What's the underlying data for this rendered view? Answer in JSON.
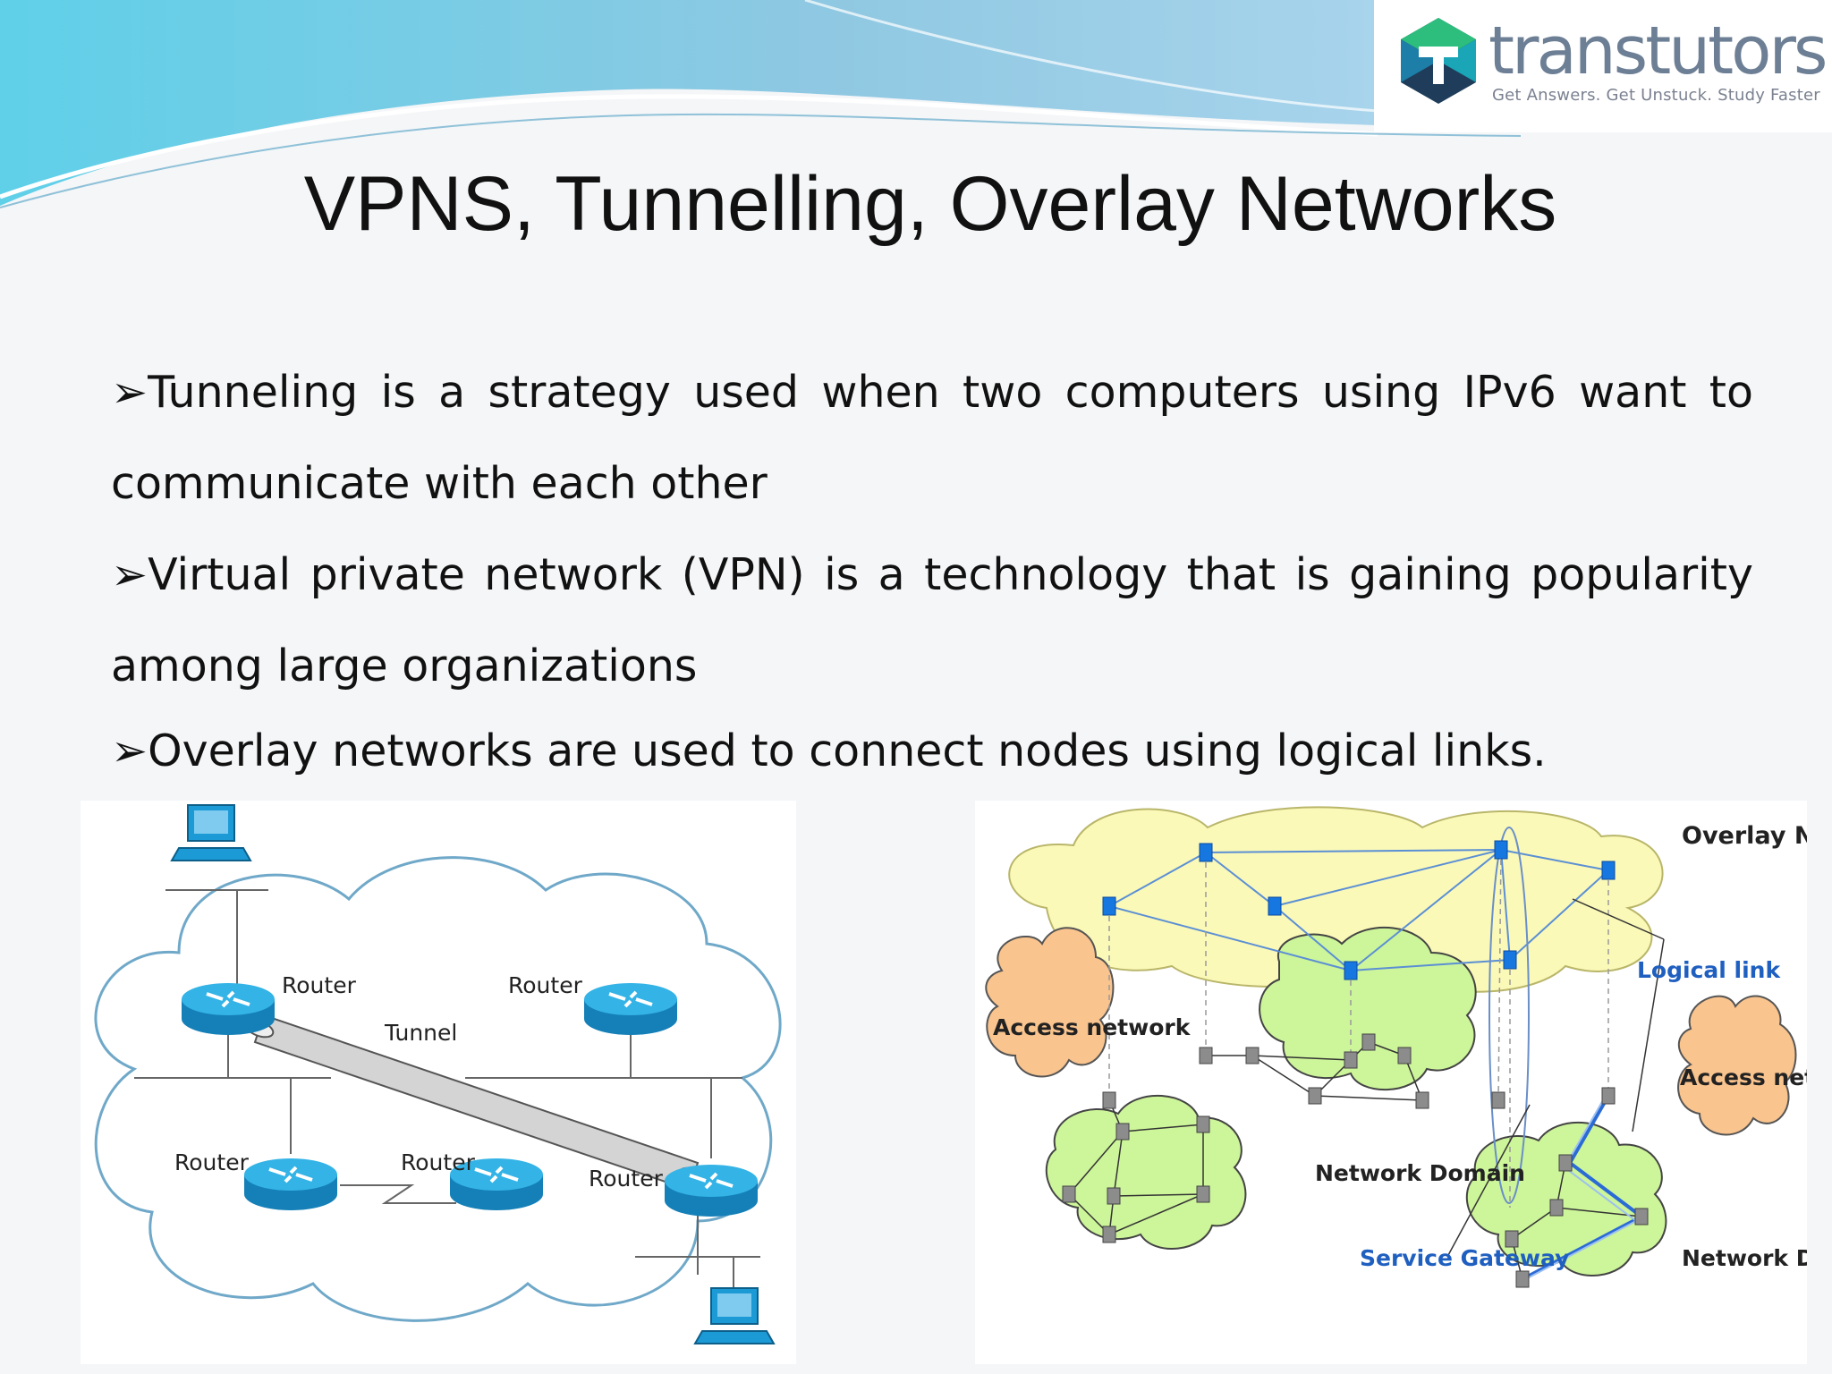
{
  "logo": {
    "word": "transtutors",
    "tagline": "Get Answers. Get Unstuck. Study Faster",
    "colors": {
      "teal": "#1aa6b7",
      "green": "#2dbd7c",
      "navy": "#1f3d5a",
      "text": "#6d7f95"
    }
  },
  "title": "VPNS, Tunnelling, Overlay Networks",
  "bullets": [
    {
      "mark": "➢",
      "text": "Tunneling is a strategy used when two computers using IPv6 want to communicate with each other"
    },
    {
      "mark": "➢",
      "text": "Virtual private network (VPN) is a technology that is gaining popularity among large organizations"
    },
    {
      "mark": "➢",
      "text": "Overlay networks are used to connect nodes using logical links."
    }
  ],
  "tunnel_diagram": {
    "routers": [
      "Router",
      "Router",
      "Router",
      "Router",
      "Router"
    ],
    "tunnel_label": "Tunnel",
    "colors": {
      "router": "#1c9ad6",
      "cloud_stroke": "#6fa8c8"
    }
  },
  "overlay_diagram": {
    "overlay_label": "Overlay Network",
    "logical_link_label": "Logical link",
    "access_left": "Access network",
    "access_right": "Access network",
    "network_domain_center": "Network Domain",
    "network_domain_right": "Network Domain",
    "service_gateway": "Service Gateway",
    "colors": {
      "overlay_cloud": "#fbf9b8",
      "domain_cloud": "#cdf59a",
      "access_cloud": "#f9c48e",
      "overlay_node": "#1677e0",
      "domain_node": "#8c8c8c"
    }
  }
}
